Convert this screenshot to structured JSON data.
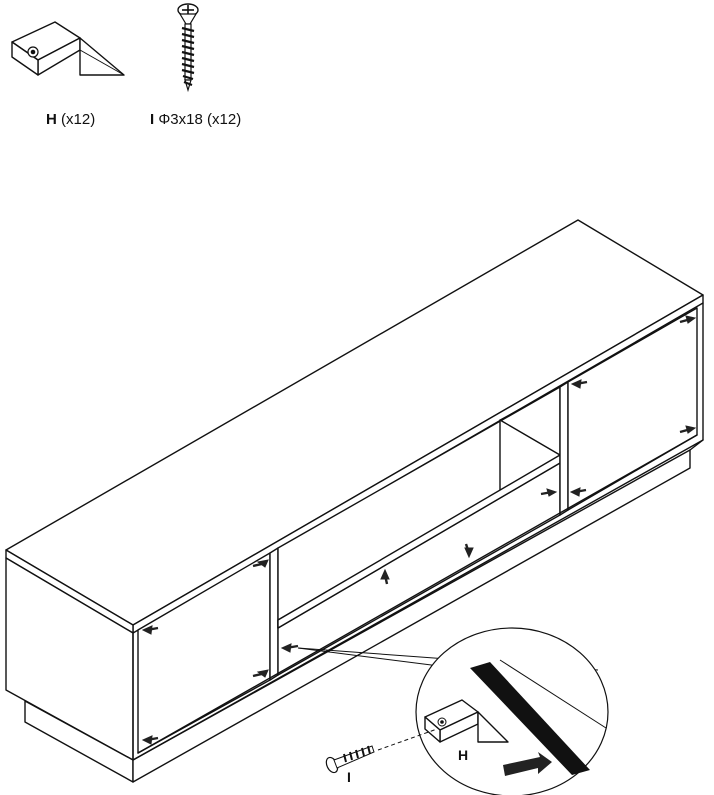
{
  "parts": [
    {
      "letter": "H",
      "count": "(x12)",
      "icon": "wedge-connector-icon"
    },
    {
      "letter": "I",
      "spec": "Φ3x18",
      "count": "(x12)",
      "icon": "screw-icon"
    }
  ],
  "callouts": {
    "connector": "H",
    "screw": "I"
  }
}
